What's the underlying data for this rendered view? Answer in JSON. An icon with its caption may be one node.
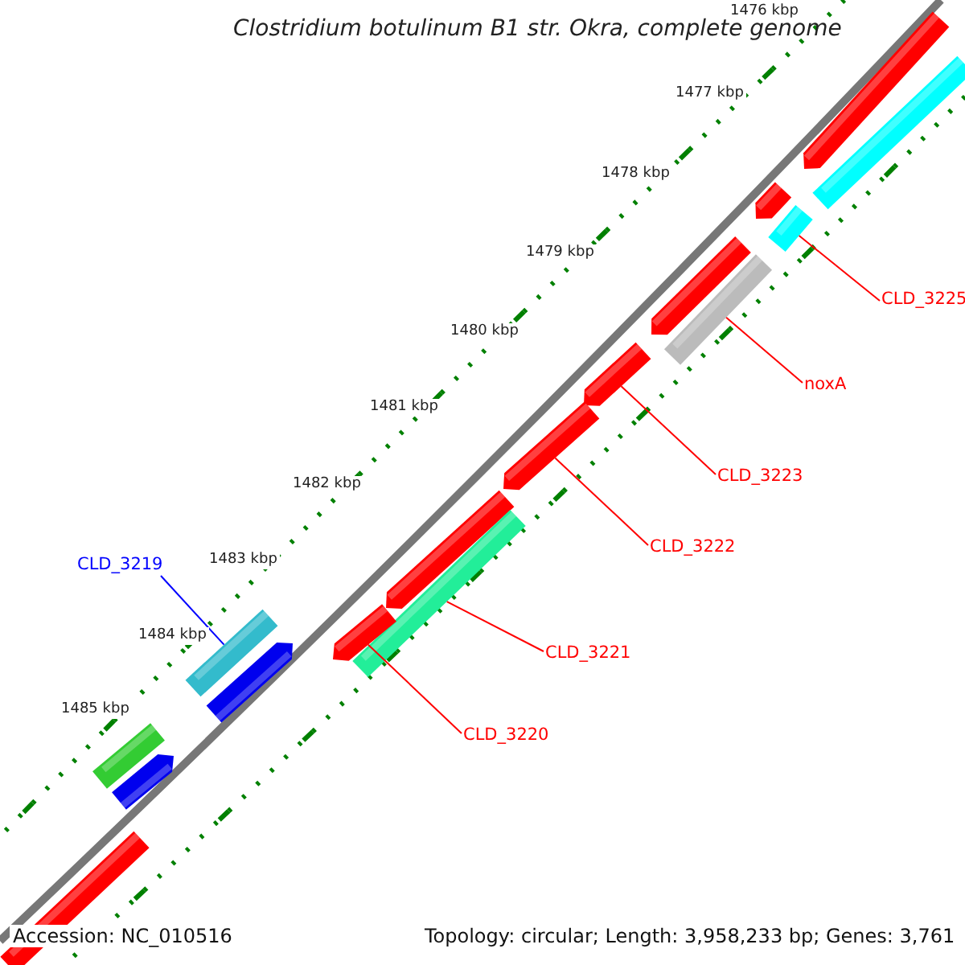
{
  "diagram": {
    "title": "Clostridium botulinum B1 str. Okra, complete genome",
    "nodes": [
      {
        "text": [
          "CLD_3225"
        ]
      },
      {
        "text": [
          "noxA"
        ]
      },
      {
        "text": [
          "CLD_3223"
        ]
      },
      {
        "text": [
          "CLD_3222"
        ]
      },
      {
        "text": [
          "CLD_3219"
        ]
      },
      {
        "text": [
          "CLD_3221"
        ]
      },
      {
        "text": [
          "CLD_3220"
        ]
      },
      {
        "text": [],
        "shape": "arrow"
      },
      {
        "text": [],
        "shape": "bar"
      },
      {
        "text": [],
        "shape": "arrow"
      },
      {
        "text": [],
        "shape": "bar"
      },
      {
        "text": [],
        "shape": "arrow"
      },
      {
        "text": [],
        "shape": "bar"
      },
      {
        "text": [],
        "shape": "arrow"
      },
      {
        "text": [],
        "shape": "arrow"
      },
      {
        "text": [],
        "shape": "arrow"
      },
      {
        "text": [],
        "shape": "bar"
      },
      {
        "text": [],
        "shape": "arrow"
      },
      {
        "text": [],
        "shape": "bar"
      },
      {
        "text": [],
        "shape": "arrow"
      },
      {
        "text": [],
        "shape": "bar"
      },
      {
        "text": [],
        "shape": "arrow"
      },
      {
        "text": [],
        "shape": "bar"
      }
    ],
    "edges": [
      {
        "from": 0,
        "to": 10,
        "arrow": "none"
      },
      {
        "from": 1,
        "to": 12,
        "arrow": "none"
      },
      {
        "from": 2,
        "to": 13,
        "arrow": "none"
      },
      {
        "from": 3,
        "to": 14,
        "arrow": "none"
      },
      {
        "from": 4,
        "to": 18,
        "arrow": "none",
        "color": "#0000ff"
      },
      {
        "from": 5,
        "to": 16,
        "arrow": "none"
      },
      {
        "from": 6,
        "to": 17,
        "arrow": "none"
      }
    ],
    "labels": [
      "1476 kbp",
      "1477 kbp",
      "1478 kbp",
      "1479 kbp",
      "1480 kbp",
      "1481 kbp",
      "1482 kbp",
      "1483 kbp",
      "1484 kbp",
      "1485 kbp",
      "Accession: NC_010516",
      "Topology: circular; Length: 3,958,233 bp; Genes: 3,761"
    ]
  }
}
